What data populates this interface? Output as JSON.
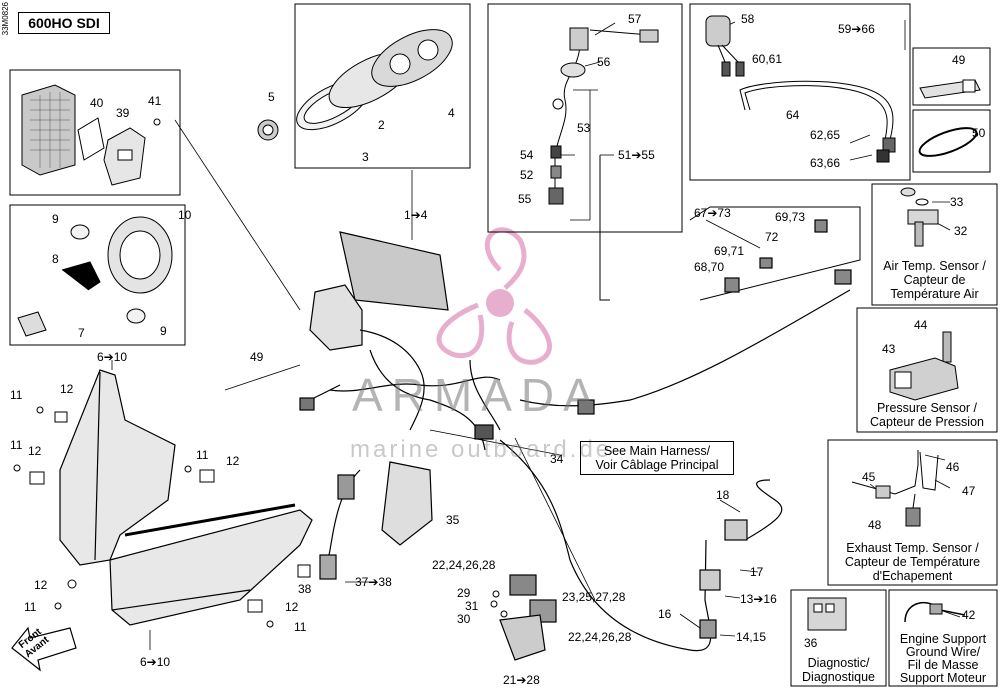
{
  "document": {
    "model": "600HO SDI",
    "doc_code": "33M0826"
  },
  "watermark": {
    "brand": "ARMADA",
    "tagline": "marine outboard.de",
    "accent_color": "#e8a6c8"
  },
  "callouts": {
    "c1_4": "1➔4",
    "c2": "2",
    "c3": "3",
    "c4": "4",
    "c5": "5",
    "c6_10a": "6➔10",
    "c6_10b": "6➔10",
    "c7": "7",
    "c8": "8",
    "c9a": "9",
    "c9b": "9",
    "c10": "10",
    "c11a": "11",
    "c11b": "11",
    "c11c": "11",
    "c11d": "11",
    "c11e": "11",
    "c12a": "12",
    "c12b": "12",
    "c12c": "12",
    "c12d": "12",
    "c12e": "12",
    "c13_16": "13➔16",
    "c14_15": "14,15",
    "c16": "16",
    "c17": "17",
    "c18": "18",
    "c21_28": "21➔28",
    "c22a": "22,24,26,28",
    "c22b": "22,24,26,28",
    "c23": "23,25,27,28",
    "c29": "29",
    "c30": "30",
    "c31": "31",
    "c32": "32",
    "c33": "33",
    "c34": "34",
    "c35": "35",
    "c36": "36",
    "c37_38": "37➔38",
    "c38": "38",
    "c39": "39",
    "c40": "40",
    "c41": "41",
    "c42": "42",
    "c43": "43",
    "c44": "44",
    "c45": "45",
    "c46": "46",
    "c47": "47",
    "c48": "48",
    "c49a": "49",
    "c49b": "49",
    "c50": "50",
    "c51_55": "51➔55",
    "c52": "52",
    "c53": "53",
    "c54": "54",
    "c55": "55",
    "c56": "56",
    "c57": "57",
    "c58": "58",
    "c59_66": "59➔66",
    "c60_61": "60,61",
    "c62_65": "62,65",
    "c63_66": "63,66",
    "c64": "64",
    "c67_73": "67➔73",
    "c68_70": "68,70",
    "c69_71": "69,71",
    "c69_73": "69,73",
    "c72": "72"
  },
  "captions": {
    "main_harness": [
      "See Main Harness/",
      "Voir Câblage Principal"
    ],
    "air_temp": [
      "Air Temp. Sensor /",
      "Capteur de",
      "Température Air"
    ],
    "pressure": [
      "Pressure Sensor /",
      "Capteur de Pression"
    ],
    "exhaust": [
      "Exhaust Temp. Sensor /",
      "Capteur de Température",
      "d'Echapement"
    ],
    "diagnostic": [
      "Diagnostic/",
      "Diagnostique"
    ],
    "ground": [
      "Engine Support",
      "Ground Wire/",
      "Fil de Masse",
      "Support Moteur"
    ],
    "front": [
      "Front",
      "Avant"
    ]
  },
  "colors": {
    "line": "#000000",
    "part_fill": "#d9d9d9",
    "part_dark": "#6f6f6f"
  }
}
